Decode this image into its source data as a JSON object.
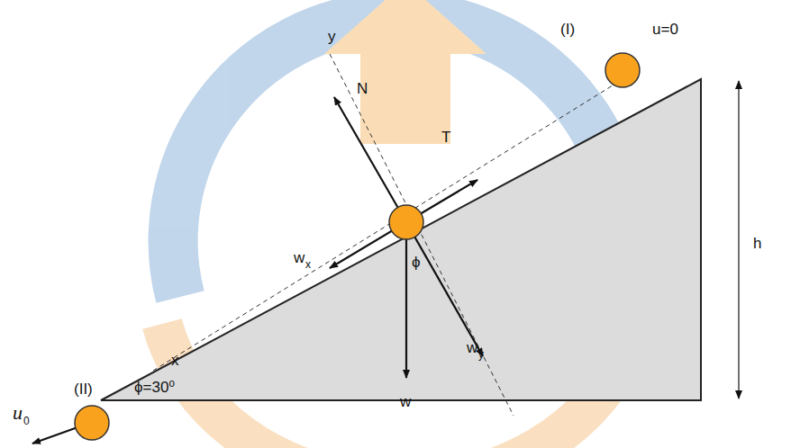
{
  "diagram": {
    "labels": [
      "(I)",
      "u=0",
      "y",
      "N",
      "T",
      "h",
      "w",
      "x",
      "ϕ",
      "w",
      "y",
      "w",
      "x",
      "(II)",
      "ϕ=30⁰",
      "u",
      "0"
    ]
  }
}
